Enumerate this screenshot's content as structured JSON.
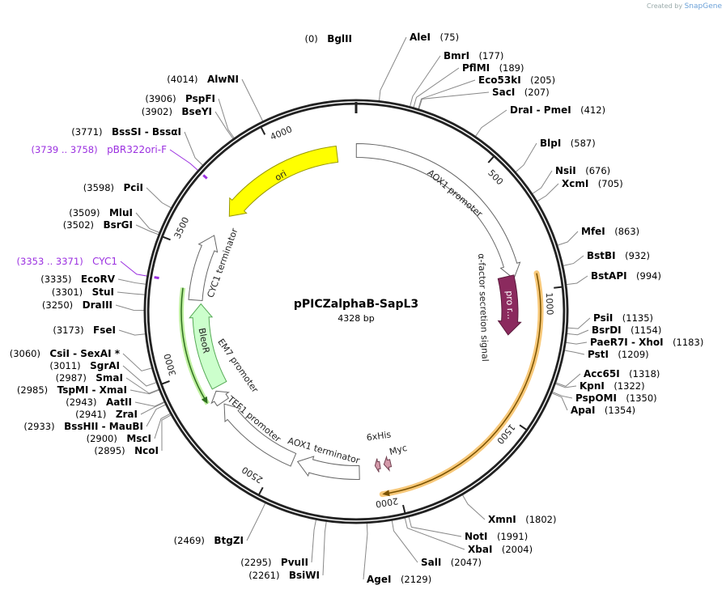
{
  "credit": {
    "prefix": "Created by",
    "brand": "SnapGene"
  },
  "plasmid": {
    "name": "pPICZalphaB-SapL3",
    "length_label": "4328 bp",
    "length": 4328
  },
  "ticks": [
    "500",
    "1000",
    "1500",
    "2000",
    "2500",
    "3000",
    "3500",
    "4000"
  ],
  "enzymes": [
    {
      "name": "BglII",
      "pos": "(0)",
      "bp": 0
    },
    {
      "name": "AleI",
      "pos": "(75)",
      "bp": 75
    },
    {
      "name": "BmrI",
      "pos": "(177)",
      "bp": 177
    },
    {
      "name": "PflMI",
      "pos": "(189)",
      "bp": 189
    },
    {
      "name": "Eco53kI",
      "pos": "(205)",
      "bp": 205
    },
    {
      "name": "SacI",
      "pos": "(207)",
      "bp": 207
    },
    {
      "name": "DraI  -  PmeI",
      "pos": "(412)",
      "bp": 412
    },
    {
      "name": "BlpI",
      "pos": "(587)",
      "bp": 587
    },
    {
      "name": "NsiI",
      "pos": "(676)",
      "bp": 676
    },
    {
      "name": "XcmI",
      "pos": "(705)",
      "bp": 705
    },
    {
      "name": "MfeI",
      "pos": "(863)",
      "bp": 863
    },
    {
      "name": "BstBI",
      "pos": "(932)",
      "bp": 932
    },
    {
      "name": "BstAPI",
      "pos": "(994)",
      "bp": 994
    },
    {
      "name": "PsiI",
      "pos": "(1135)",
      "bp": 1135
    },
    {
      "name": "BsrDI",
      "pos": "(1154)",
      "bp": 1154
    },
    {
      "name": "PaeR7I  -  XhoI",
      "pos": "(1183)",
      "bp": 1183
    },
    {
      "name": "PstI",
      "pos": "(1209)",
      "bp": 1209
    },
    {
      "name": "Acc65I",
      "pos": "(1318)",
      "bp": 1318
    },
    {
      "name": "KpnI",
      "pos": "(1322)",
      "bp": 1322
    },
    {
      "name": "PspOMI",
      "pos": "(1350)",
      "bp": 1350
    },
    {
      "name": "ApaI",
      "pos": "(1354)",
      "bp": 1354
    },
    {
      "name": "XmnI",
      "pos": "(1802)",
      "bp": 1802
    },
    {
      "name": "NotI",
      "pos": "(1991)",
      "bp": 1991
    },
    {
      "name": "XbaI",
      "pos": "(2004)",
      "bp": 2004
    },
    {
      "name": "SalI",
      "pos": "(2047)",
      "bp": 2047
    },
    {
      "name": "AgeI",
      "pos": "(2129)",
      "bp": 2129
    },
    {
      "name": "BsiWI",
      "pos": "(2261)",
      "bp": 2261
    },
    {
      "name": "PvuII",
      "pos": "(2295)",
      "bp": 2295
    },
    {
      "name": "BtgZI",
      "pos": "(2469)",
      "bp": 2469
    },
    {
      "name": "NcoI",
      "pos": "(2895)",
      "bp": 2895
    },
    {
      "name": "MscI",
      "pos": "(2900)",
      "bp": 2900
    },
    {
      "name": "BssHII  -  MauBI",
      "pos": "(2933)",
      "bp": 2933
    },
    {
      "name": "ZraI",
      "pos": "(2941)",
      "bp": 2941
    },
    {
      "name": "AatII",
      "pos": "(2943)",
      "bp": 2943
    },
    {
      "name": "TspMI  -  XmaI",
      "pos": "(2985)",
      "bp": 2985
    },
    {
      "name": "SmaI",
      "pos": "(2987)",
      "bp": 2987
    },
    {
      "name": "SgrAI",
      "pos": "(3011)",
      "bp": 3011
    },
    {
      "name": "CsiI  -  SexAI *",
      "pos": "(3060)",
      "bp": 3060
    },
    {
      "name": "FseI",
      "pos": "(3173)",
      "bp": 3173
    },
    {
      "name": "DraIII",
      "pos": "(3250)",
      "bp": 3250
    },
    {
      "name": "StuI",
      "pos": "(3301)",
      "bp": 3301
    },
    {
      "name": "EcoRV",
      "pos": "(3335)",
      "bp": 3335
    },
    {
      "name": "CYC1",
      "pos": "(3353 .. 3371)",
      "bp": 3362,
      "primer": true
    },
    {
      "name": "BsrGI",
      "pos": "(3502)",
      "bp": 3502
    },
    {
      "name": "MluI",
      "pos": "(3509)",
      "bp": 3509
    },
    {
      "name": "PciI",
      "pos": "(3598)",
      "bp": 3598
    },
    {
      "name": "pBR322ori-F",
      "pos": "(3739 .. 3758)",
      "bp": 3748,
      "primer": true
    },
    {
      "name": "BssSI  -  BssαI",
      "pos": "(3771)",
      "bp": 3771
    },
    {
      "name": "BseYI",
      "pos": "(3902)",
      "bp": 3902
    },
    {
      "name": "PspFI",
      "pos": "(3906)",
      "bp": 3906
    },
    {
      "name": "AlwNI",
      "pos": "(4014)",
      "bp": 4014
    }
  ],
  "features": [
    {
      "name": "AOX1 promoter",
      "start": 1,
      "end": 941,
      "dir": "fwd",
      "fill": "#ffffff",
      "stroke": "#666666"
    },
    {
      "name": "pro r...",
      "start": 925,
      "end": 1187,
      "dir": "fwd",
      "fill": "#8b2a5e",
      "stroke": "#5a1a3c"
    },
    {
      "name": "α-factor secretion signal",
      "start": 938,
      "end": 2066,
      "dir": "fwd",
      "fill": "#f7c879",
      "stroke": "#7a5200"
    },
    {
      "name": "Myc",
      "start": 2010,
      "end": 2040,
      "dir": "fwd",
      "fill": "#d49aaa",
      "stroke": "#704050"
    },
    {
      "name": "6xHis",
      "start": 2058,
      "end": 2080,
      "dir": "fwd",
      "fill": "#d49aaa",
      "stroke": "#704050"
    },
    {
      "name": "AOX1 terminator",
      "start": 2150,
      "end": 2420,
      "dir": "fwd",
      "fill": "#ffffff",
      "stroke": "#666666"
    },
    {
      "name": "TEF1 promoter",
      "start": 2440,
      "end": 2825,
      "dir": "fwd",
      "fill": "#ffffff",
      "stroke": "#666666"
    },
    {
      "name": "EM7 promoter",
      "start": 2835,
      "end": 2890,
      "dir": "fwd",
      "fill": "#ffffff",
      "stroke": "#666666"
    },
    {
      "name": "BleoR",
      "start": 2905,
      "end": 3280,
      "dir": "fwd",
      "fill": "#ccffcc",
      "stroke": "#55aa55"
    },
    {
      "name": "CYC1 terminator",
      "start": 3295,
      "end": 3585,
      "dir": "fwd",
      "fill": "#ffffff",
      "stroke": "#666666"
    },
    {
      "name": "ori",
      "start": 3690,
      "end": 4245,
      "dir": "rev",
      "fill": "#ffff00",
      "stroke": "#999900"
    }
  ],
  "colors": {
    "backbone": "#222222",
    "primer": "#9b30e0",
    "enzyme_line": "#888888"
  }
}
